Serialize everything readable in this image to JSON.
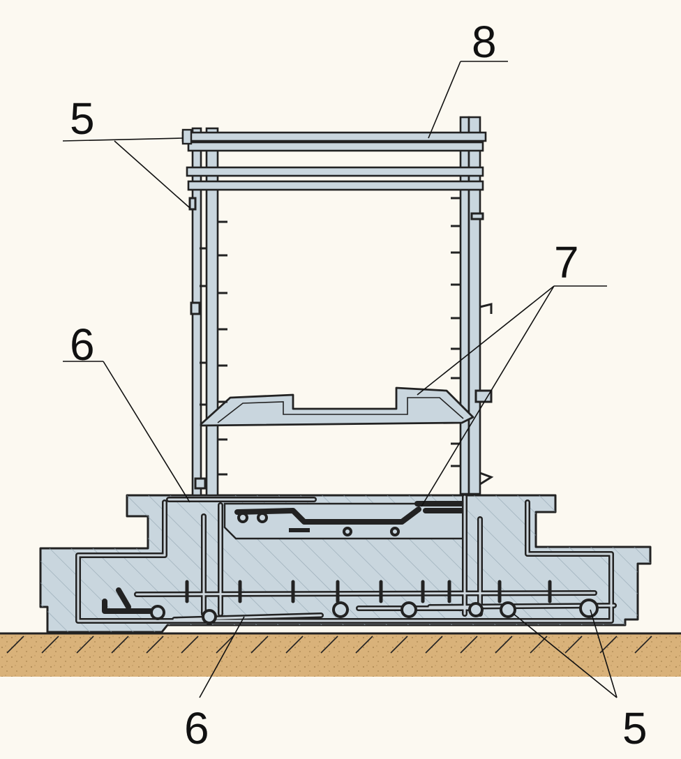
{
  "diagram": {
    "callouts": {
      "top_8": "8",
      "top_left_5": "5",
      "right_7": "7",
      "left_6": "6",
      "bottom_6": "6",
      "bottom_right_5": "5"
    },
    "colors": {
      "background": "#fcf9f1",
      "concrete": "#c9d6de",
      "outline": "#222222",
      "soil": "#d9b27a",
      "soil_dots": "#a9844f",
      "rebar": "#5d6870",
      "rebar_highlight": "#cdd6dc"
    }
  }
}
